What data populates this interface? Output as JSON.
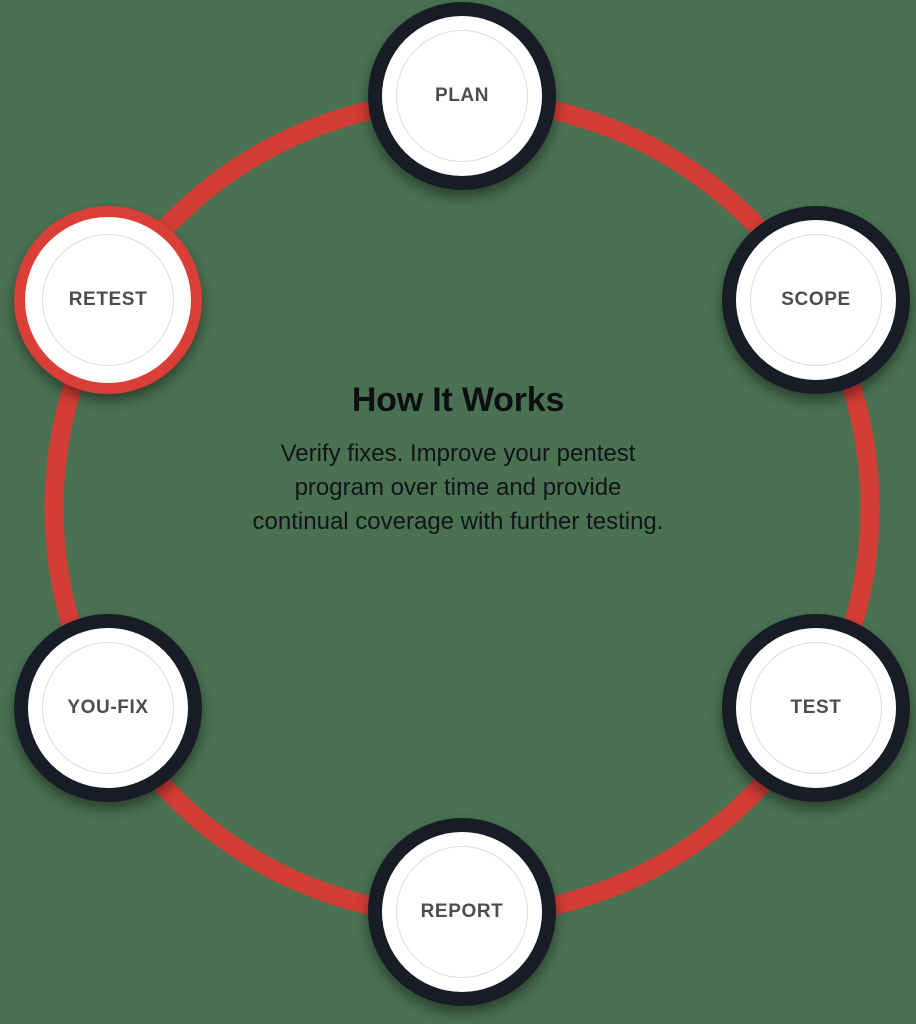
{
  "diagram": {
    "type": "process-cycle",
    "center": {
      "title": "How It Works",
      "subtitle_lines": [
        "Verify fixes. Improve your pentest",
        "program over time and provide",
        "continual coverage with further testing."
      ]
    },
    "colors": {
      "background": "#4a7152",
      "arc": "#d23d35",
      "node_ring_default": "#171c26",
      "node_ring_active": "#d93f36",
      "node_fill": "#ffffff",
      "node_inner_circle": "#dcdcdc",
      "node_label": "#4d4d4d",
      "title": "#0d0f12",
      "subtitle": "#121418"
    },
    "nodes": [
      {
        "id": "plan",
        "label": "PLAN",
        "state": "default",
        "order": 1,
        "angle_deg": -90
      },
      {
        "id": "scope",
        "label": "SCOPE",
        "state": "default",
        "order": 2,
        "angle_deg": -30
      },
      {
        "id": "test",
        "label": "TEST",
        "state": "default",
        "order": 3,
        "angle_deg": 30
      },
      {
        "id": "report",
        "label": "REPORT",
        "state": "default",
        "order": 4,
        "angle_deg": 90
      },
      {
        "id": "youfix",
        "label": "YOU-FIX",
        "state": "default",
        "order": 5,
        "angle_deg": 150
      },
      {
        "id": "retest",
        "label": "RETEST",
        "state": "active",
        "order": 6,
        "angle_deg": 210
      }
    ]
  }
}
